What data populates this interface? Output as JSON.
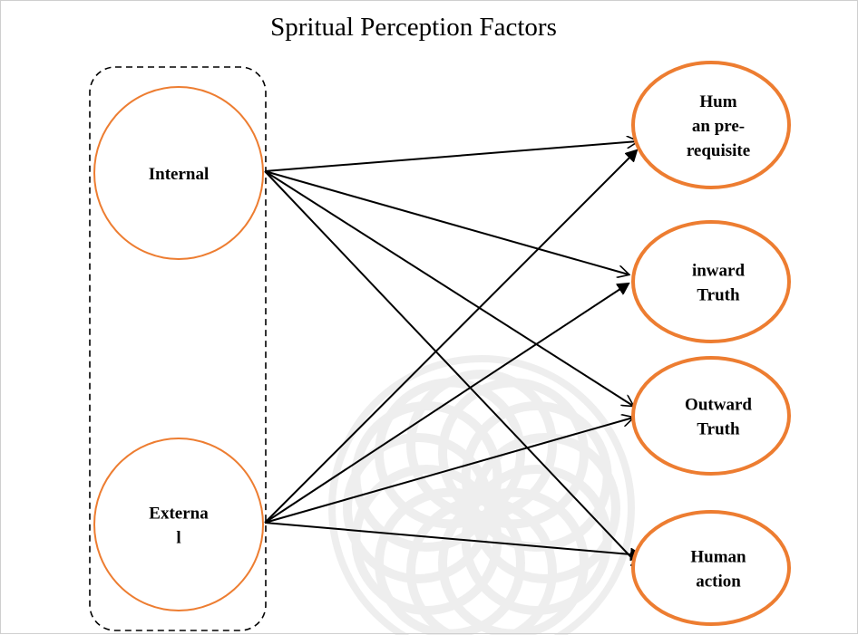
{
  "title": "Spritual Perception  Factors",
  "colors": {
    "node_stroke": "#ED7D31",
    "arrow": "#000000",
    "group_border": "#000000",
    "watermark": "#d0d0d0"
  },
  "sources": [
    {
      "id": "internal",
      "lines": [
        "Internal"
      ]
    },
    {
      "id": "external",
      "lines": [
        "Externa",
        "l"
      ]
    }
  ],
  "targets": [
    {
      "id": "human-prerequisite",
      "lines": [
        "Hum",
        "an pre-",
        "requisite"
      ]
    },
    {
      "id": "inward-truth",
      "lines": [
        "inward",
        "Truth"
      ]
    },
    {
      "id": "outward-truth",
      "lines": [
        "Outward",
        "Truth"
      ]
    },
    {
      "id": "human-action",
      "lines": [
        "Human",
        "action"
      ]
    }
  ],
  "edges": [
    {
      "from": "internal",
      "to": "human-prerequisite"
    },
    {
      "from": "internal",
      "to": "inward-truth"
    },
    {
      "from": "internal",
      "to": "outward-truth"
    },
    {
      "from": "internal",
      "to": "human-action"
    },
    {
      "from": "external",
      "to": "human-prerequisite"
    },
    {
      "from": "external",
      "to": "inward-truth"
    },
    {
      "from": "external",
      "to": "outward-truth"
    },
    {
      "from": "external",
      "to": "human-action"
    }
  ]
}
